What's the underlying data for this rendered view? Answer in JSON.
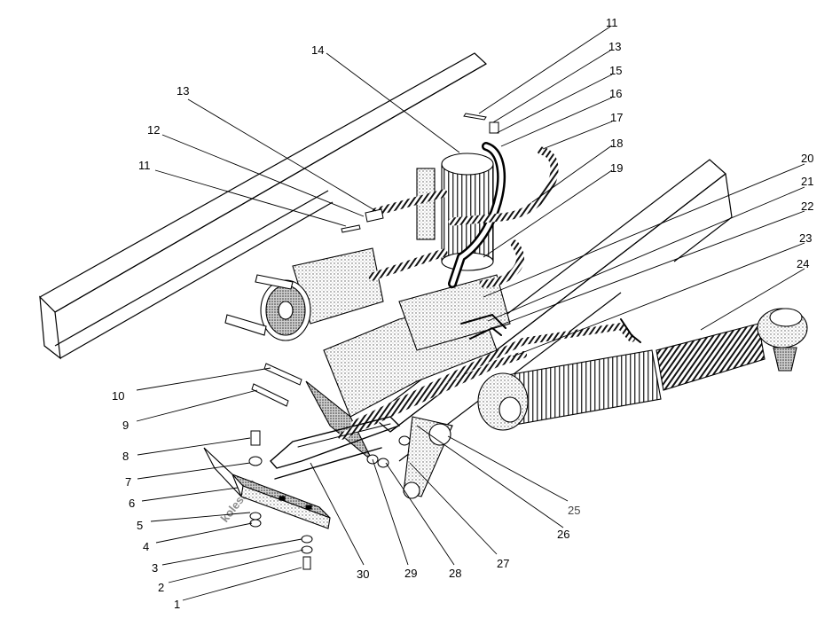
{
  "diagram": {
    "callouts": [
      {
        "id": "c1",
        "label": "1"
      },
      {
        "id": "c2",
        "label": "2"
      },
      {
        "id": "c3",
        "label": "3"
      },
      {
        "id": "c4",
        "label": "4"
      },
      {
        "id": "c5",
        "label": "5"
      },
      {
        "id": "c6",
        "label": "6"
      },
      {
        "id": "c7",
        "label": "7"
      },
      {
        "id": "c8",
        "label": "8"
      },
      {
        "id": "c9",
        "label": "9"
      },
      {
        "id": "c10",
        "label": "10"
      },
      {
        "id": "c11a",
        "label": "11"
      },
      {
        "id": "c12",
        "label": "12"
      },
      {
        "id": "c13a",
        "label": "13"
      },
      {
        "id": "c14",
        "label": "14"
      },
      {
        "id": "c11b",
        "label": "11"
      },
      {
        "id": "c13b",
        "label": "13"
      },
      {
        "id": "c15",
        "label": "15"
      },
      {
        "id": "c16",
        "label": "16"
      },
      {
        "id": "c17",
        "label": "17"
      },
      {
        "id": "c18",
        "label": "18"
      },
      {
        "id": "c19",
        "label": "19"
      },
      {
        "id": "c20",
        "label": "20"
      },
      {
        "id": "c21",
        "label": "21"
      },
      {
        "id": "c22",
        "label": "22"
      },
      {
        "id": "c23",
        "label": "23"
      },
      {
        "id": "c24",
        "label": "24"
      },
      {
        "id": "c25",
        "label": "25"
      },
      {
        "id": "c26",
        "label": "26"
      },
      {
        "id": "c27",
        "label": "27"
      },
      {
        "id": "c28",
        "label": "28"
      },
      {
        "id": "c29",
        "label": "29"
      },
      {
        "id": "c30",
        "label": "30"
      }
    ],
    "watermark": "kolesa.ru"
  },
  "colors": {
    "ink": "#000000",
    "shade": "#777777",
    "watermark": "#aab4c8",
    "background": "#ffffff"
  }
}
